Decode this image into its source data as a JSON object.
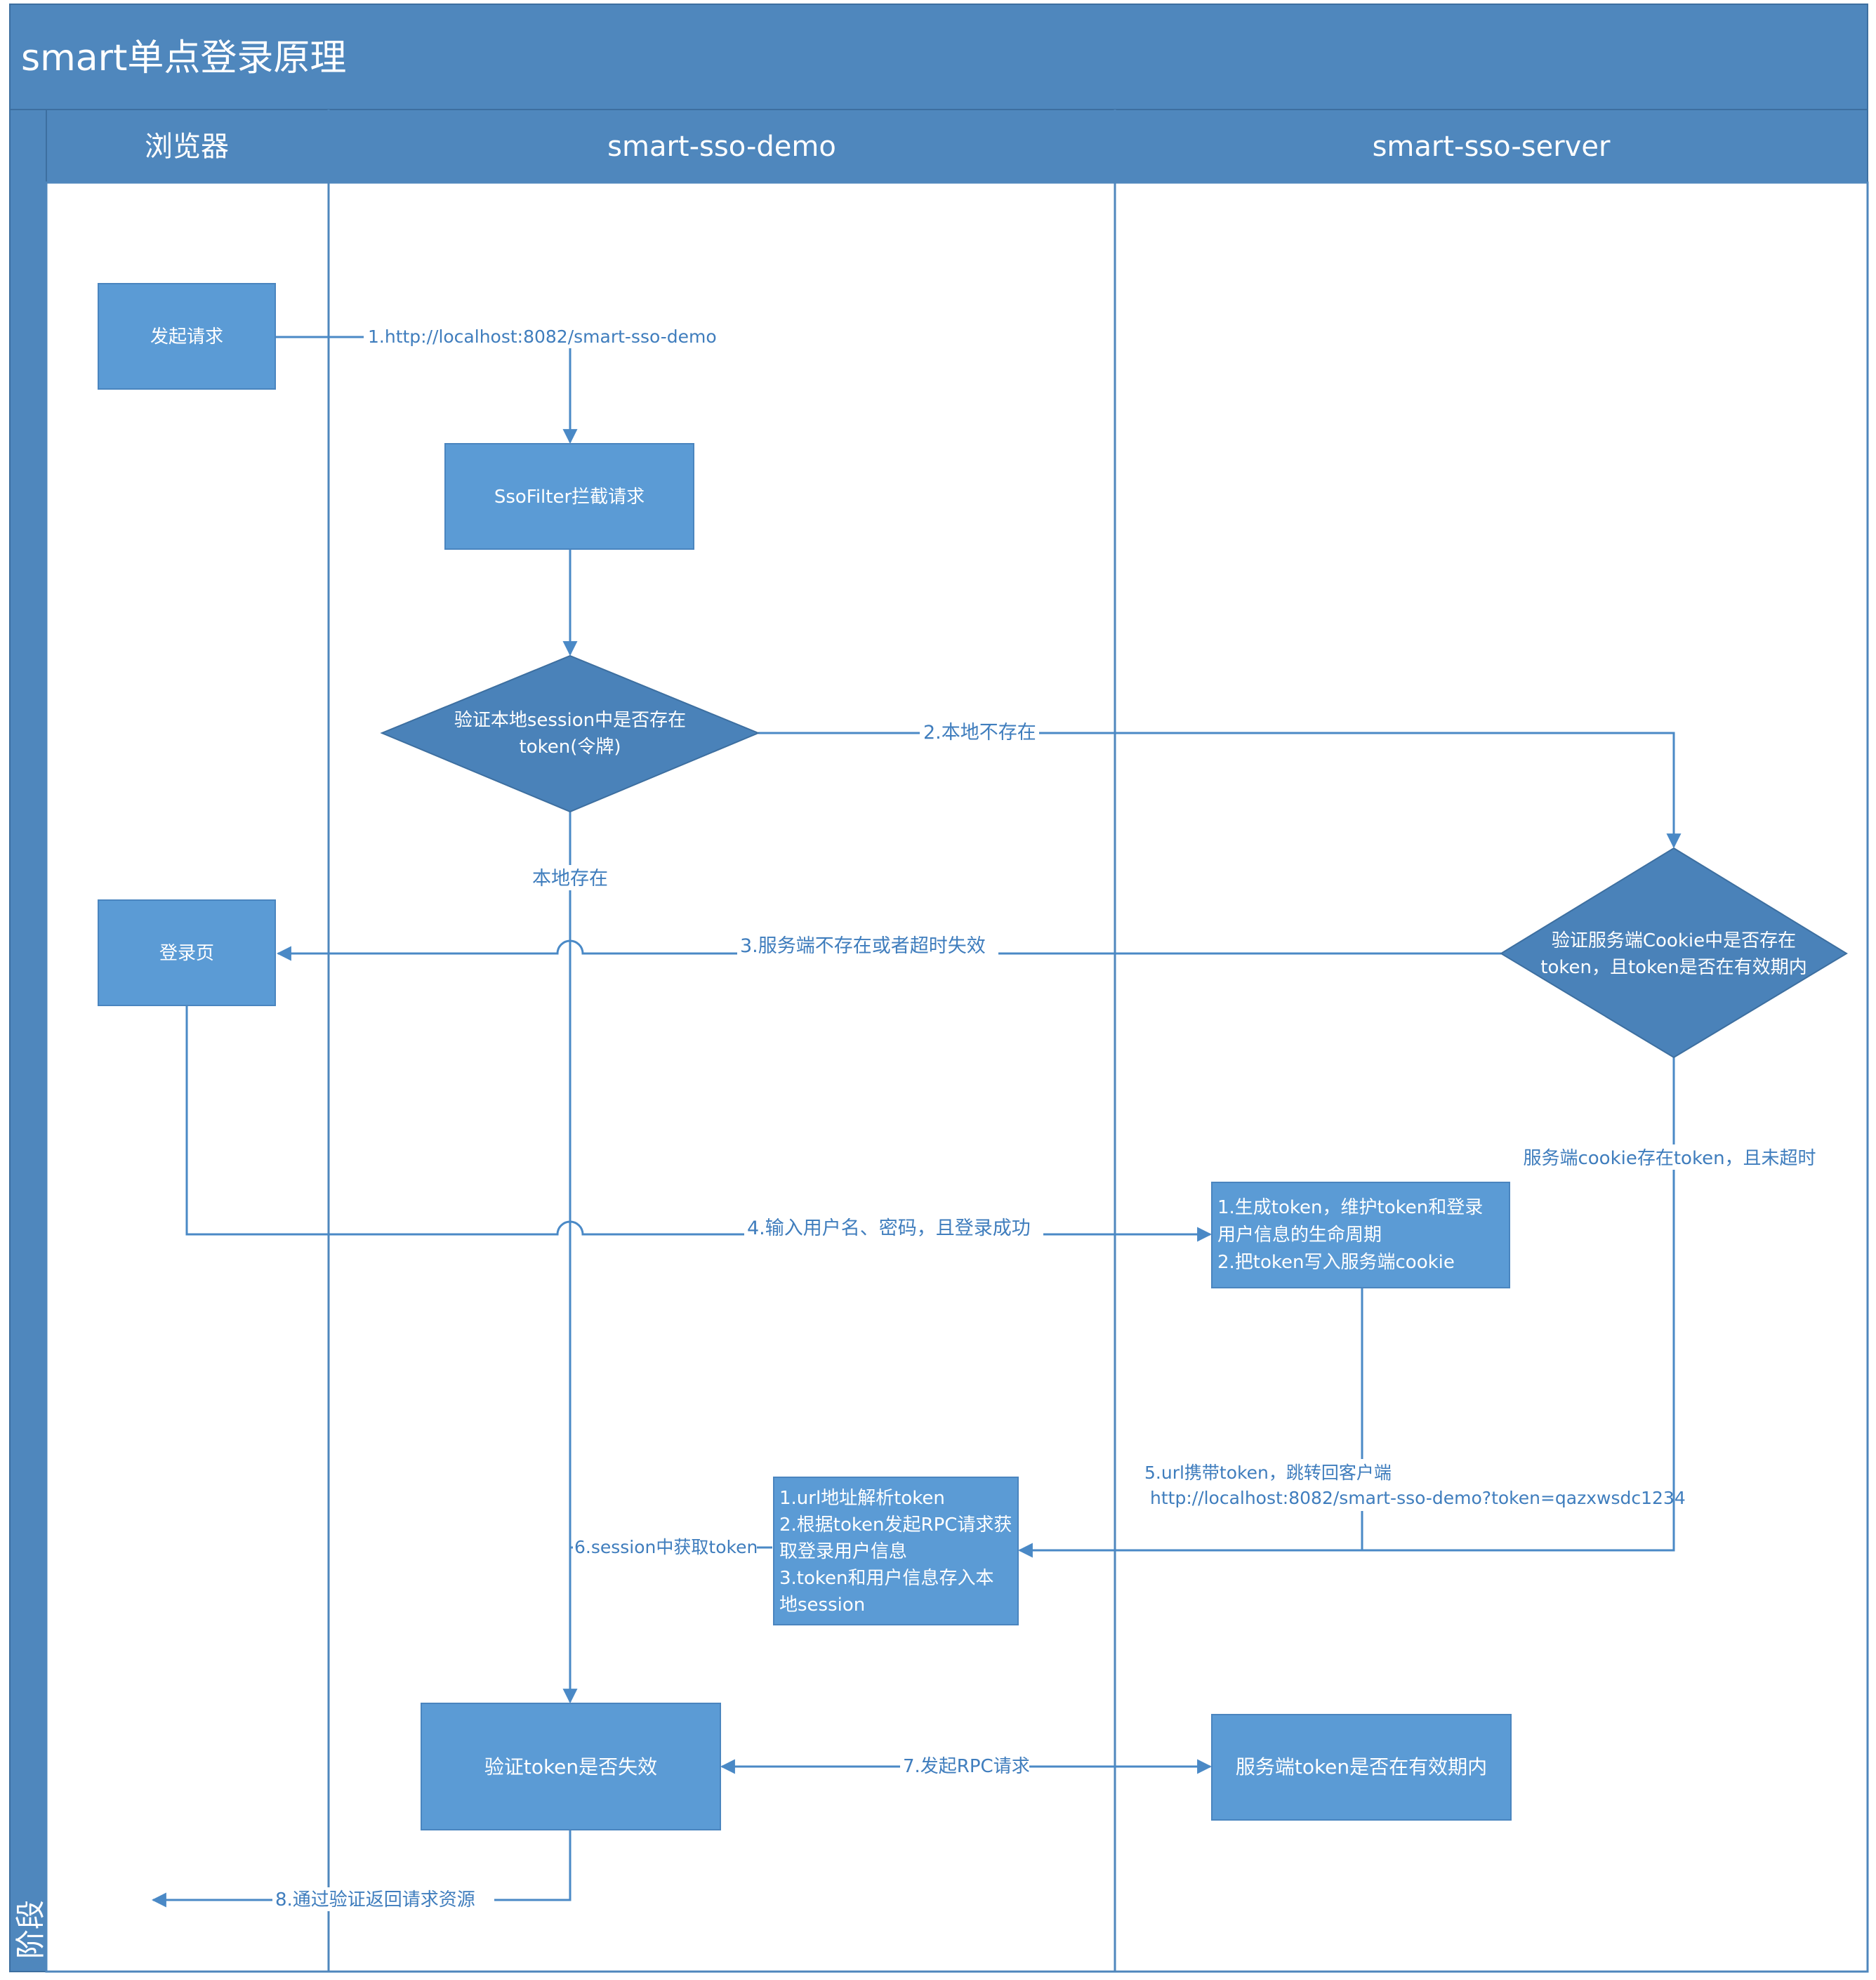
{
  "title": "smart单点登录原理",
  "stage_label": "阶段",
  "lanes": {
    "browser": "浏览器",
    "demo": "smart-sso-demo",
    "server": "smart-sso-server"
  },
  "nodes": {
    "start_request": "发起请求",
    "sso_filter": "SsoFilter拦截请求",
    "check_local": [
      "验证本地session中是否存在",
      "token(令牌)"
    ],
    "login_page": "登录页",
    "check_server": [
      "验证服务端Cookie中是否存在",
      "token，且token是否在有效期内"
    ],
    "generate_token": [
      "1.生成token，维护token和登录",
      "用户信息的生命周期",
      "2.把token写入服务端cookie"
    ],
    "parse_token": [
      "1.url地址解析token",
      "2.根据token发起RPC请求获",
      "取登录用户信息",
      "3.token和用户信息存入本",
      "地session"
    ],
    "verify_token": "验证token是否失效",
    "server_token_valid": "服务端token是否在有效期内"
  },
  "edges": {
    "e1": "1.http://localhost:8082/smart-sso-demo",
    "e2": "2.本地不存在",
    "e_local_exists": "本地存在",
    "e3": "3.服务端不存在或者超时失效",
    "e_server_exists": "服务端cookie存在token，且未超时",
    "e4": "4.输入用户名、密码，且登录成功",
    "e5": [
      "5.url携带token，跳转回客户端",
      "http://localhost:8082/smart-sso-demo?token=qazxwsdc1234"
    ],
    "e6": "6.session中获取token",
    "e7": "7.发起RPC请求",
    "e8": "8.通过验证返回请求资源"
  },
  "colors": {
    "header": "#4f87bd",
    "box": "#5b9bd5",
    "diamond": "#4a82b9",
    "line": "#4a89c6",
    "label": "#3f7dbd",
    "white": "#ffffff"
  }
}
